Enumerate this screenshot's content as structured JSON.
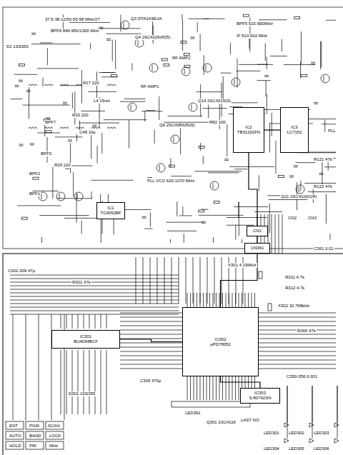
{
  "diagram": {
    "nodes": [
      {
        "text": [
          "IC1",
          "TC4052BF"
        ]
      },
      {
        "text": [
          "IC2",
          "TB31202FN"
        ]
      },
      {
        "text": [
          "IC3",
          "LC7152"
        ]
      },
      {
        "text": [
          "IC301",
          "BU4094BCF"
        ]
      },
      {
        "text": [
          "IC302",
          "µPD78052"
        ]
      },
      {
        "text": [
          "IC303",
          "S-80742SN"
        ]
      },
      {
        "text": [
          "CN1"
        ]
      },
      {
        "text": [
          "CN361"
        ]
      }
    ],
    "edges": [
      {
        "from": 1,
        "to": 2,
        "arrow": "none"
      },
      {
        "from": 1,
        "to": 6,
        "arrow": "none"
      },
      {
        "from": 6,
        "to": 7,
        "arrow": "none"
      },
      {
        "from": 7,
        "to": 4,
        "arrow": "none"
      },
      {
        "from": 3,
        "to": 4,
        "arrow": "none"
      },
      {
        "from": 4,
        "to": 5,
        "arrow": "none"
      }
    ],
    "labels": [
      "37.5-38.12/50-53-58 MHz/27",
      "Q3 DTA143EUA",
      "BPF6 849-950/1300 MHz",
      "Q4 2SC4226(R25)",
      "BPF5 515-990MHz",
      "IF 510-910 MHz",
      "RF AMP1",
      "RF AMP2",
      "D1 1SS353",
      "BPF7",
      "BPF3",
      "BPF2",
      "BPF1",
      "R17 220",
      "R20 220",
      "R29 220",
      "L4 15nH",
      "C48 10p",
      "PLL VCO 620-1070 MHz",
      "Q6 2SC4083(R25)",
      "Q14 2SC4215(S)",
      "R82 100",
      "PLL",
      "CN2",
      "CN3",
      "R121 47k",
      "R122 47k",
      "Q21 2SC4116(GR)",
      "C301-309 47p",
      "R301 47k",
      "X301 4.19MHz",
      "X302 32.768kHz",
      "R311 4.7k",
      "R312 4.7k",
      "C305 470p",
      "D301 1SS355",
      "C350-356 0.001",
      "LED301",
      "LED302",
      "LED303",
      "LED304",
      "LED305",
      "LED306",
      "LAST NO.",
      "ENT",
      "PGM",
      "SCAN",
      "AUTO",
      "BAND",
      "LOCK",
      "HOLD",
      "PRI",
      "MHz",
      "LED361",
      "R365 47k",
      "C361 0.01",
      "Q301 2SC4116"
    ]
  }
}
